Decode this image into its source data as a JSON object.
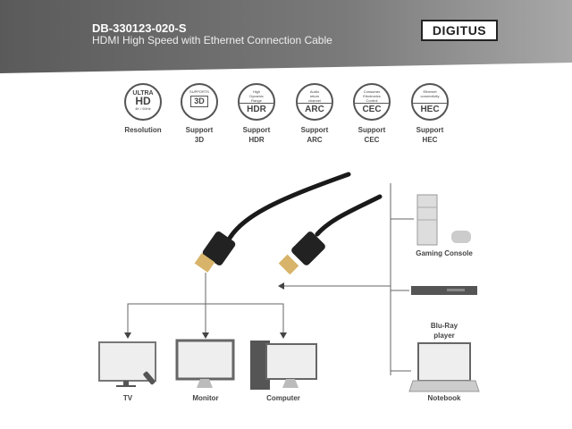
{
  "header": {
    "model": "DB-330123-020-S",
    "subtitle": "HDMI High Speed with Ethernet Connection Cable",
    "brand": "DIGITUS"
  },
  "features": [
    {
      "top": "ULTRA",
      "main": "HD",
      "sub": "4K / 60Hz",
      "label1": "Resolution",
      "label2": ""
    },
    {
      "top": "SUPPORTS",
      "main": "3D",
      "sub": "",
      "label1": "Support",
      "label2": "3D"
    },
    {
      "top": "High Dynamic Range",
      "main": "HDR",
      "sub": "",
      "label1": "Support",
      "label2": "HDR"
    },
    {
      "top": "Audio return channel",
      "main": "ARC",
      "sub": "",
      "label1": "Support",
      "label2": "ARC"
    },
    {
      "top": "Consumer Electronics Control",
      "main": "CEC",
      "sub": "",
      "label1": "Support",
      "label2": "CEC"
    },
    {
      "top": "Ethernet connectivity",
      "main": "HEC",
      "sub": "",
      "label1": "Support",
      "label2": "HEC"
    }
  ],
  "devices": {
    "tv": "TV",
    "monitor": "Monitor",
    "computer": "Computer",
    "console": "Gaming Console",
    "bluray": "Blu-Ray player",
    "notebook": "Notebook"
  }
}
